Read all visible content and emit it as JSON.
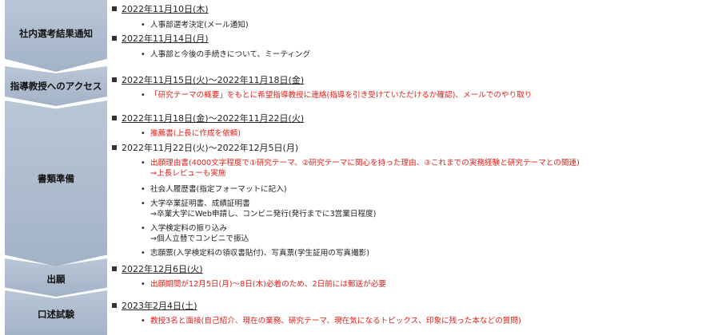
{
  "stages": [
    {
      "label": "社内選考結果通知"
    },
    {
      "label": "指導教授へのアクセス"
    },
    {
      "label": "書類準備"
    },
    {
      "label": "出願"
    },
    {
      "label": "口述試験"
    }
  ],
  "items": {
    "d1": "2022年11月10日(木)",
    "d1_s1": "人事部選考決定(メール通知)",
    "d2": "2022年11月14日(月)",
    "d2_s1": "人事部と今後の手続きについて、ミーティング",
    "d3": "2022年11月15日(火)～2022年11月18日(金)",
    "d3_s1": "「研究テーマの概要」をもとに希望指導教授に連絡(指導を引き受けていただけるか確認)、メールでのやり取り",
    "d4": "2022年11月18日(金)～2022年11月22日(火)",
    "d4_s1": "推薦書(上長に作成を依頼)",
    "d5": "2022年11月22日(火)～2022年12月5日(月)",
    "d5_s1": "出願理由書(4000文字程度で①研究テーマ、②研究テーマに関心を持った理由、③これまでの実務経験と研究テーマとの関連)",
    "d5_s1b": "⇒上長レビューも実施",
    "d5_s2": "社会人履歴書(指定フォーマットに記入)",
    "d5_s3": "大学卒業証明書、成績証明書",
    "d5_s3b": "⇒卒業大学にWeb申請し、コンビニ発行(発行までに3営業日程度)",
    "d5_s4": "入学検定料の振り込み",
    "d5_s4b": "⇒個人立替でコンビニで振込",
    "d5_s5": "志願票(入学検定料の領収書貼付)、写真票(学生証用の写真撮影)",
    "d6": "2022年12月6日(火)",
    "d6_s1": "出願期間が12月5日(月)～8日(木)必着のため、2日前には郵送が必要",
    "d7": "2023年2月4日(土)",
    "d7_s1": "教授3名と面接(自己紹介、現在の業務、研究テーマ、現在気になるトピックス、印象に残った本などの質問)"
  }
}
